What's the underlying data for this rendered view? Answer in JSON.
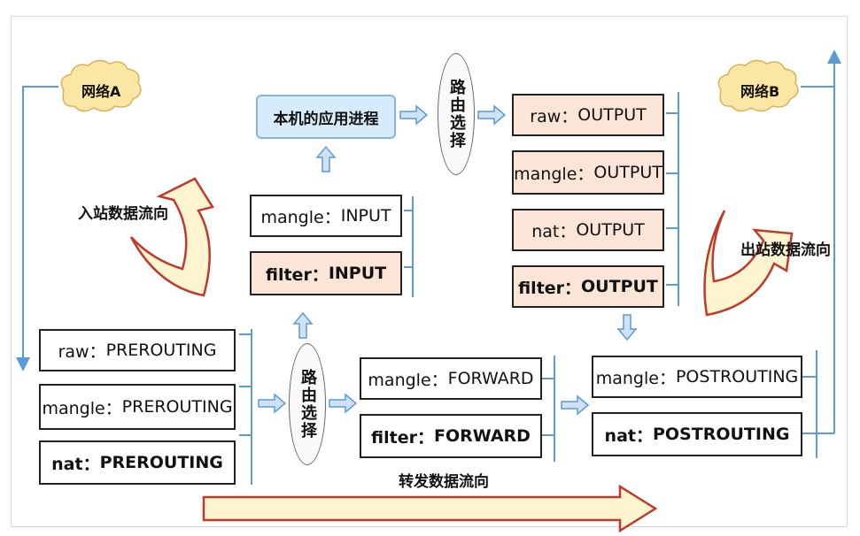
{
  "network_a": "网络A",
  "network_b": "网络B",
  "inbound_label": "入站数据流向",
  "outbound_label": "出站数据流向",
  "forward_label": "转发数据流向",
  "app_process": "本机的应用进程",
  "route_select": "路由选择",
  "prerouting": {
    "raw": {
      "table": "raw：",
      "chain": "PREROUTING"
    },
    "mangle": {
      "table": "mangle：",
      "chain": "PREROUTING"
    },
    "nat": {
      "table": "nat：",
      "chain": "PREROUTING"
    }
  },
  "input": {
    "mangle": {
      "table": "mangle：",
      "chain": "INPUT"
    },
    "filter": {
      "table": "filter：",
      "chain": "INPUT"
    }
  },
  "output": {
    "raw": {
      "table": "raw：",
      "chain": "OUTPUT"
    },
    "mangle": {
      "table": "mangle：",
      "chain": "OUTPUT"
    },
    "nat": {
      "table": "nat：",
      "chain": "OUTPUT"
    },
    "filter": {
      "table": "filter：",
      "chain": "OUTPUT"
    }
  },
  "forward": {
    "mangle": {
      "table": "mangle：",
      "chain": "FORWARD"
    },
    "filter": {
      "table": "filter：",
      "chain": "FORWARD"
    }
  },
  "postrouting": {
    "mangle": {
      "table": "mangle：",
      "chain": "POSTROUTING"
    },
    "nat": {
      "table": "nat：",
      "chain": "POSTROUTING"
    }
  },
  "colors": {
    "flow_line": "#5b9bd5",
    "box_tan": "#fbe5d6",
    "app_fill": "#d7ecfa",
    "big_arrow_fill": "#fdf5cf",
    "big_arrow_stroke": "#c0392b",
    "cloud_fill": "#fbe7a3"
  }
}
